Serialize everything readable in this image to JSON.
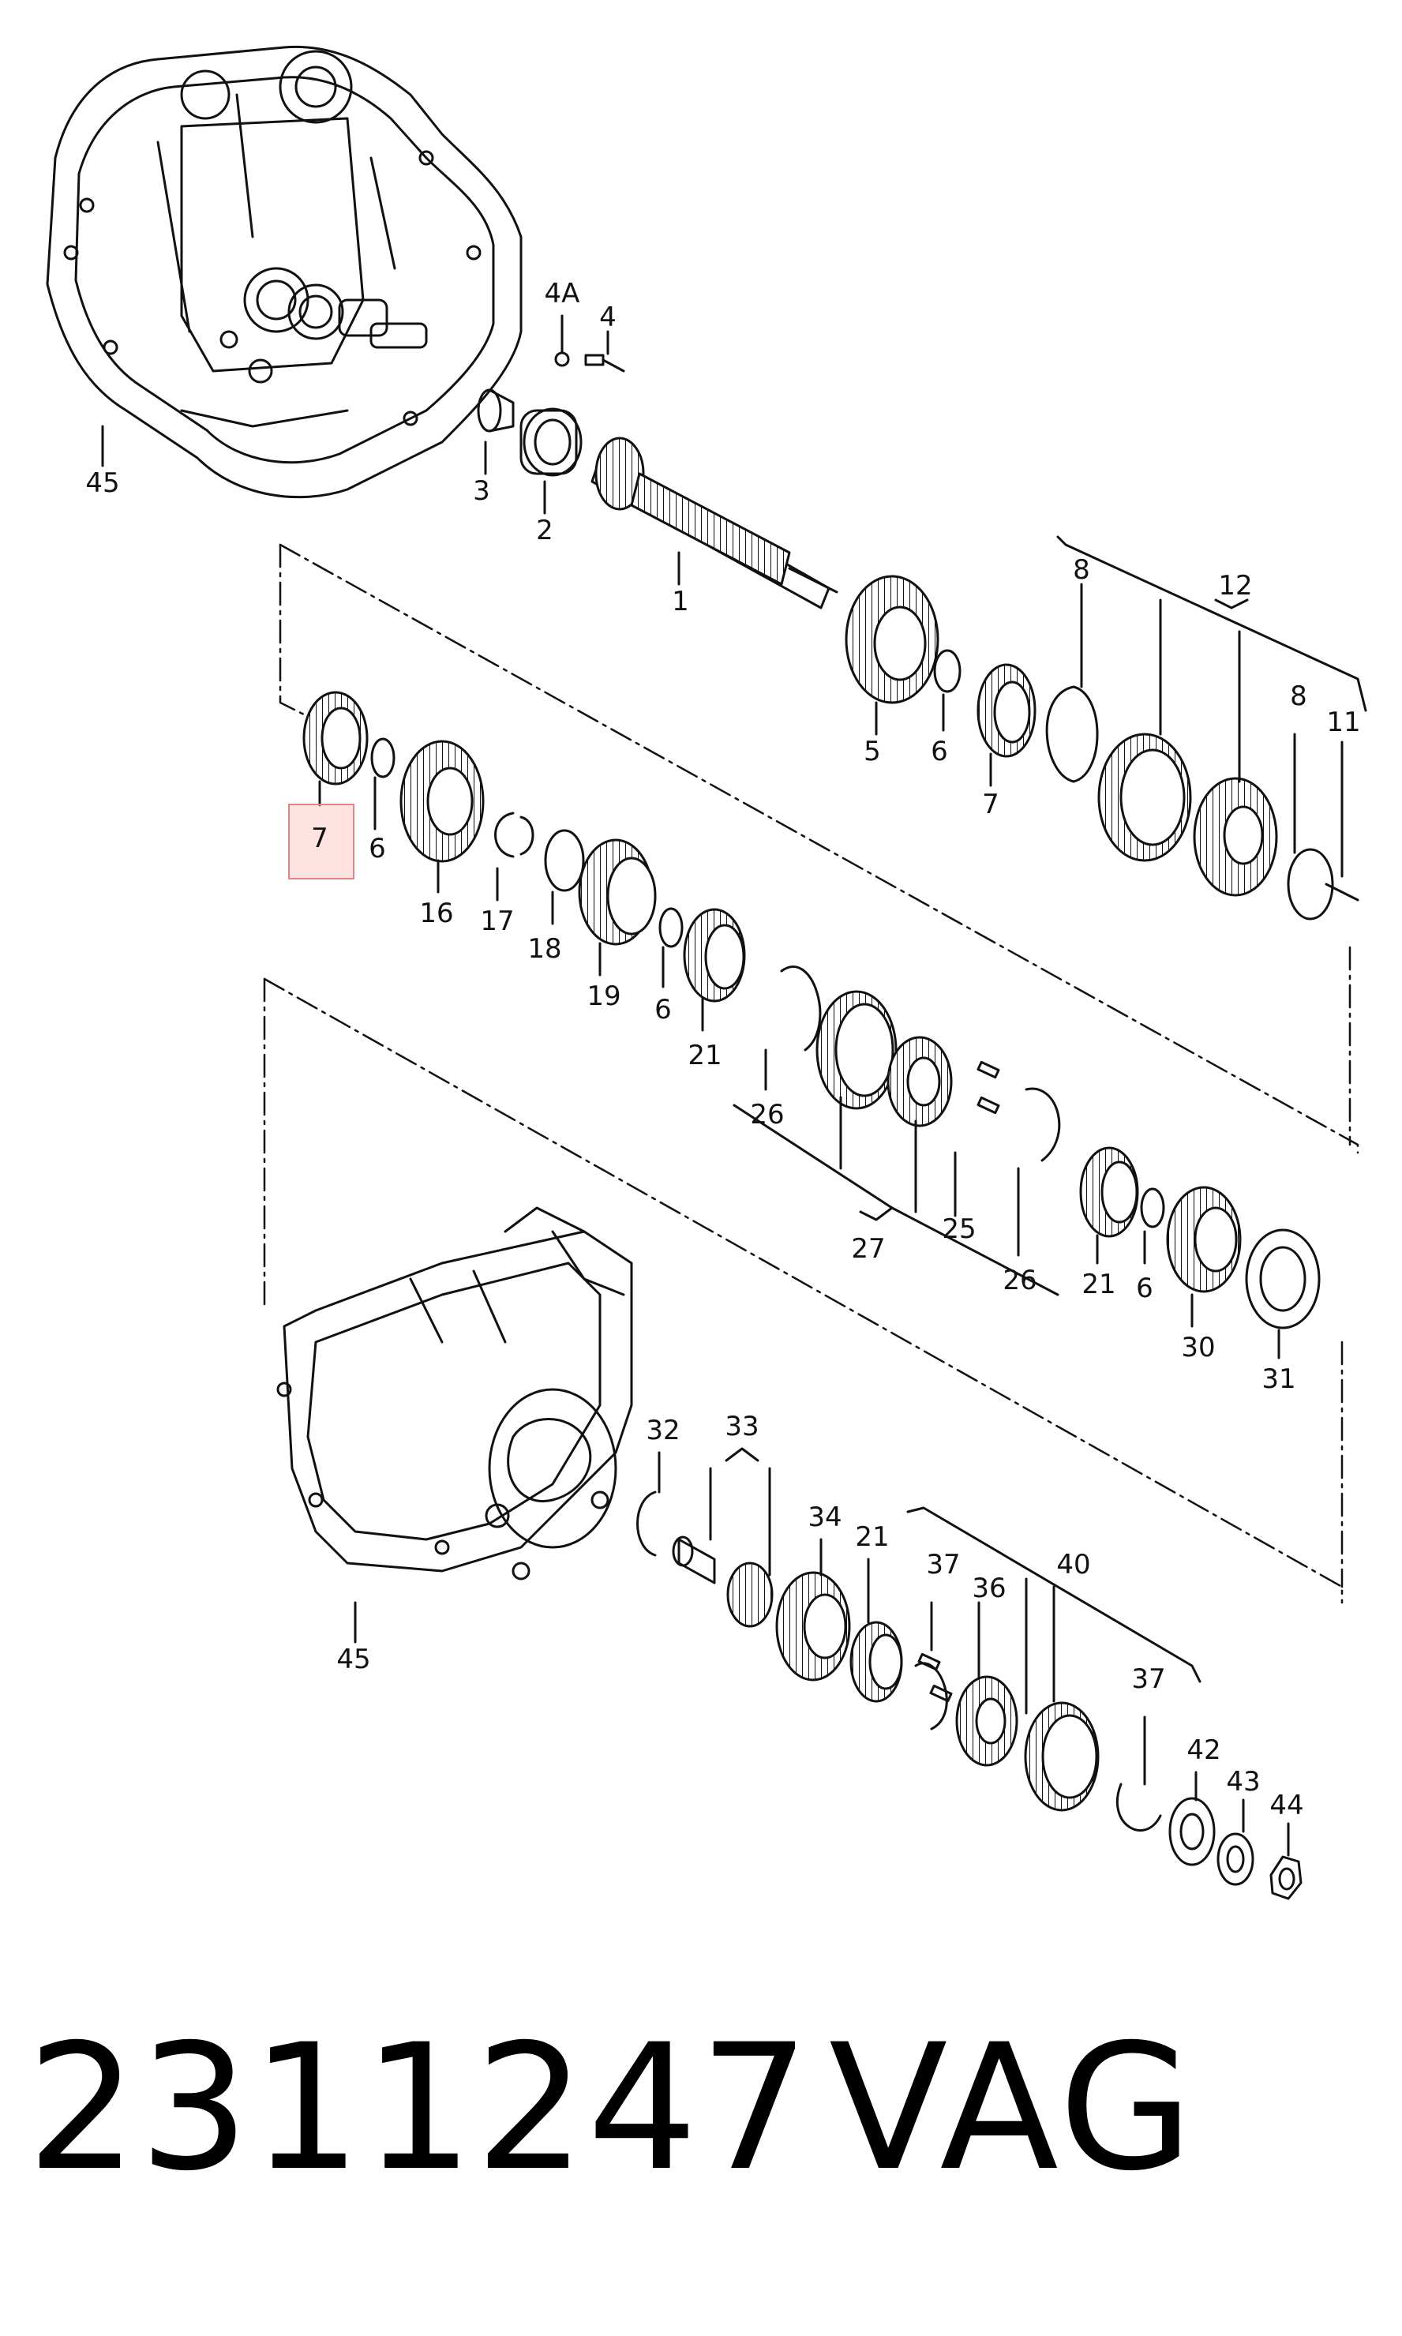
{
  "callouts": {
    "c1": "1",
    "c2": "2",
    "c3": "3",
    "c4": "4",
    "c4a": "4A",
    "c5": "5",
    "c6a": "6",
    "c6b": "6",
    "c6c": "6",
    "c6d": "6",
    "c7a": "7",
    "c7b": "7",
    "c8a": "8",
    "c8b": "8",
    "c11": "11",
    "c12": "12",
    "c16": "16",
    "c17": "17",
    "c18": "18",
    "c19": "19",
    "c21a": "21",
    "c21b": "21",
    "c21c": "21",
    "c25": "25",
    "c26a": "26",
    "c26b": "26",
    "c27": "27",
    "c30": "30",
    "c31": "31",
    "c32": "32",
    "c33": "33",
    "c34": "34",
    "c36": "36",
    "c37a": "37",
    "c37b": "37",
    "c40": "40",
    "c42": "42",
    "c43": "43",
    "c44": "44",
    "c45a": "45",
    "c45b": "45"
  },
  "highlighted_part": "7",
  "footer": {
    "part_number": "2311247",
    "brand": "VAG"
  }
}
